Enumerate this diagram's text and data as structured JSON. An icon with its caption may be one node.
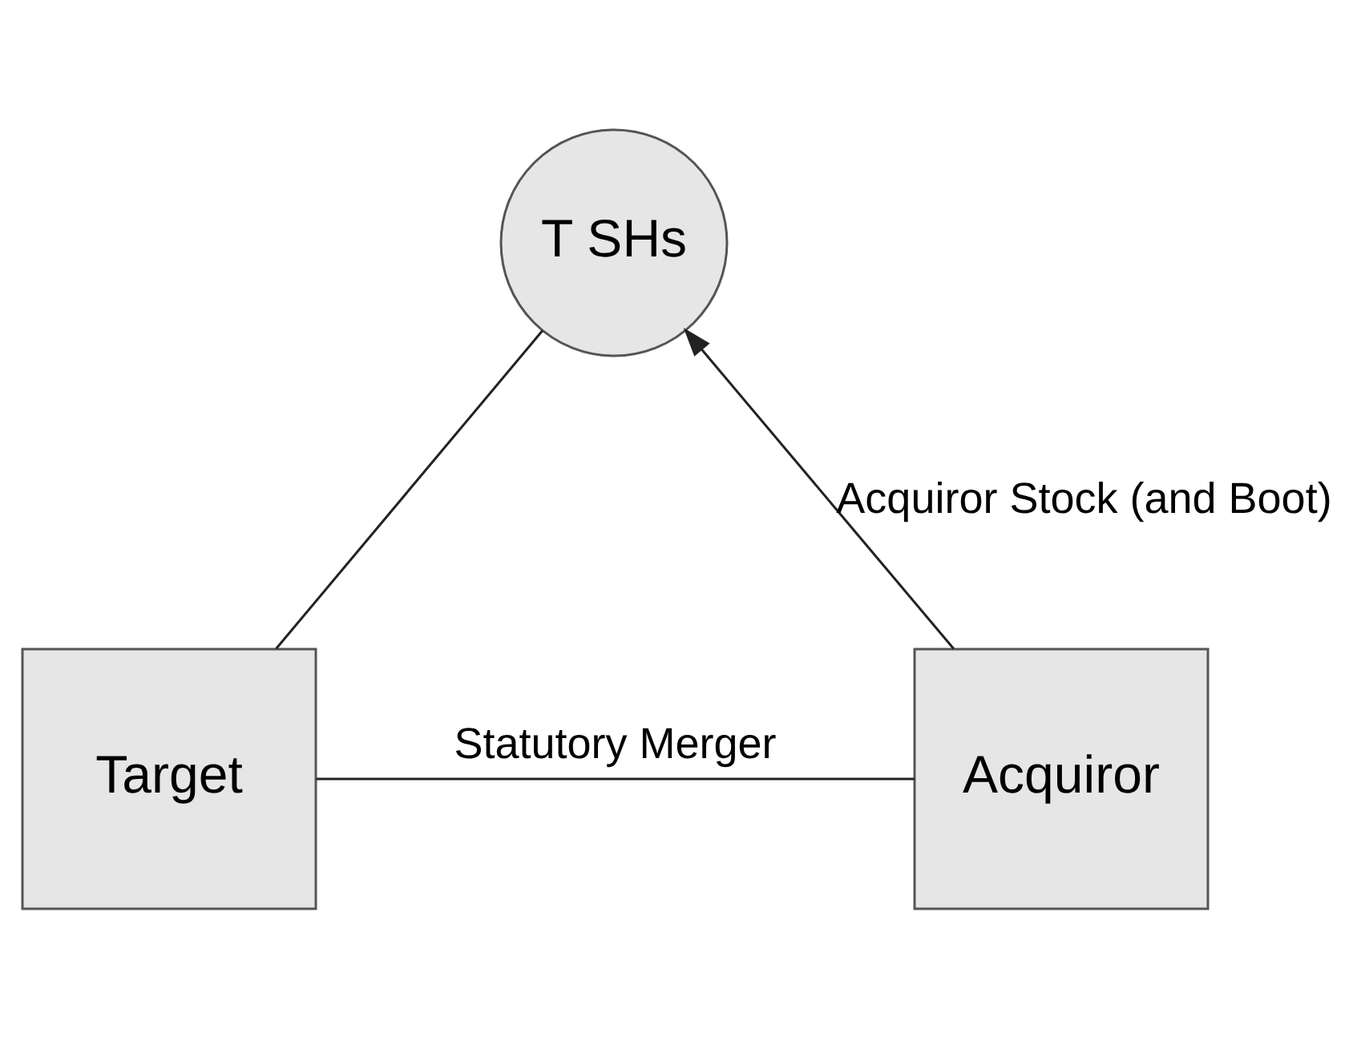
{
  "diagram": {
    "nodes": [
      {
        "text": [
          "T SHs"
        ]
      },
      {
        "text": [
          "Target"
        ]
      },
      {
        "text": [
          "Acquiror"
        ]
      }
    ],
    "edges": [
      {
        "from": 0,
        "to": 1,
        "arrow": "none"
      },
      {
        "from": 1,
        "to": 2,
        "arrow": "none",
        "label": "Statutory Merger"
      },
      {
        "from": 2,
        "to": 0,
        "arrow": "to",
        "label": "Acquiror Stock (and Boot)"
      }
    ]
  }
}
